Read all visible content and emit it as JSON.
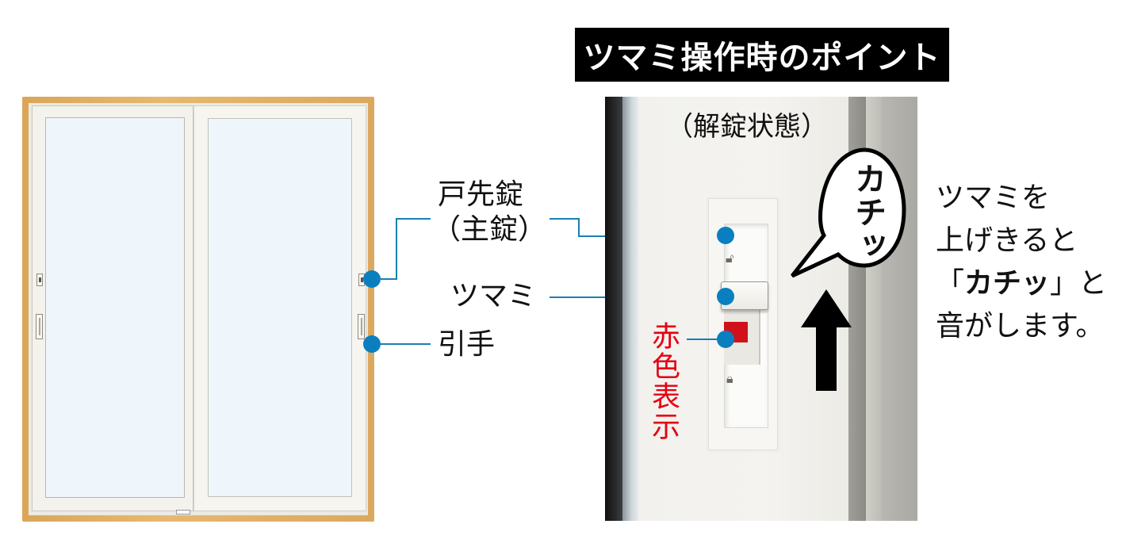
{
  "title": "ツマミ操作時のポイント",
  "door_illustration": {
    "labels": {
      "main_lock_line1": "戸先錠",
      "main_lock_line2": "（主錠）",
      "handle": "引手"
    }
  },
  "photo": {
    "state_label": "（解錠状態）",
    "knob_label": "ツマミ",
    "red_indicator_label": "赤色表示",
    "bubble_text": "カチッ",
    "icons": {
      "unlocked": "unlocked-padlock-icon",
      "locked": "locked-padlock-icon",
      "arrow": "arrow-up-icon"
    }
  },
  "description": {
    "line1": "ツマミを",
    "line2": "上げきると",
    "line3_open": "「",
    "line3_bold": "カチッ",
    "line3_close": "」と",
    "line4": "音がします。"
  },
  "colors": {
    "leader": "#0a7fbf",
    "red_label": "#e60012",
    "title_bg": "#000000",
    "frame_wood": "#d9a659"
  }
}
